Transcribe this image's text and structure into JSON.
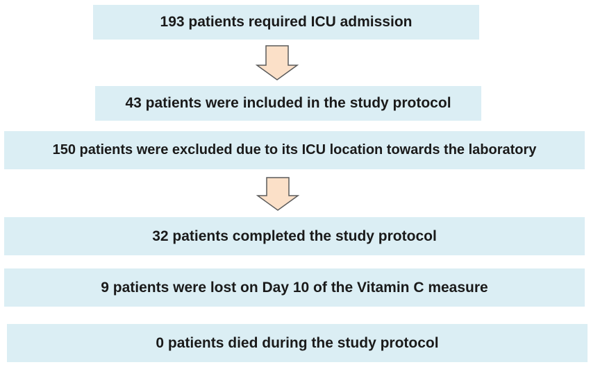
{
  "flowchart": {
    "steps": [
      {
        "text": "193 patients required ICU admission"
      },
      {
        "text": "43 patients were included in the study protocol"
      },
      {
        "text": "150 patients were excluded due to its ICU location towards the laboratory"
      },
      {
        "text": "32 patients completed the study protocol"
      },
      {
        "text": "9 patients were lost on Day 10 of the Vitamin C measure"
      },
      {
        "text": "0 patients died during the study protocol"
      }
    ],
    "colors": {
      "box_fill": "#dbeef4",
      "arrow_fill": "#fbe0c8",
      "arrow_stroke": "#5a5a5a",
      "text": "#1a1a1a"
    }
  }
}
